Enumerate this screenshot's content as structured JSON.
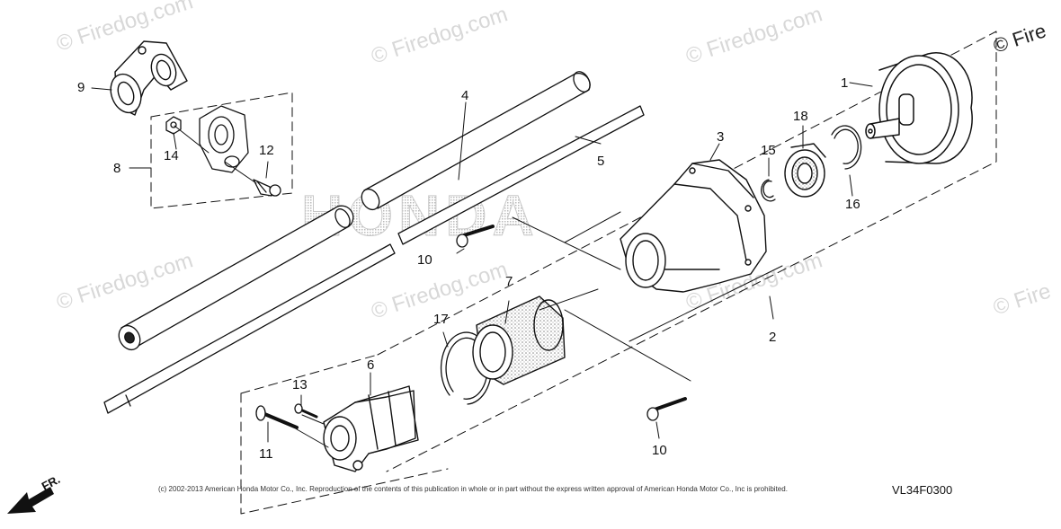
{
  "watermark": {
    "text": "© Firedog.com",
    "partial_texts": [
      "© Fire",
      "© Fire",
      "Firedog.com",
      "© Firedog.com"
    ]
  },
  "callouts": {
    "p1": "1",
    "p2": "2",
    "p3": "3",
    "p4": "4",
    "p5": "5",
    "p6": "6",
    "p7": "7",
    "p8": "8",
    "p9": "9",
    "p10a": "10",
    "p10b": "10",
    "p11": "11",
    "p12": "12",
    "p13": "13",
    "p14": "14",
    "p15": "15",
    "p16": "16",
    "p17": "17",
    "p18": "18"
  },
  "brand_watermark": "HONDA",
  "copyright": "(c) 2002-2013 American Honda Motor Co., Inc. Reproduction of the contents of this publication in whole or in part without the express written approval of American Honda Motor Co., Inc is prohibited.",
  "diagram_code": "VL34F0300",
  "direction": "FR.",
  "colors": {
    "line": "#111111",
    "watermark": "#d8d8d8",
    "honda": "#cfcfcf"
  }
}
